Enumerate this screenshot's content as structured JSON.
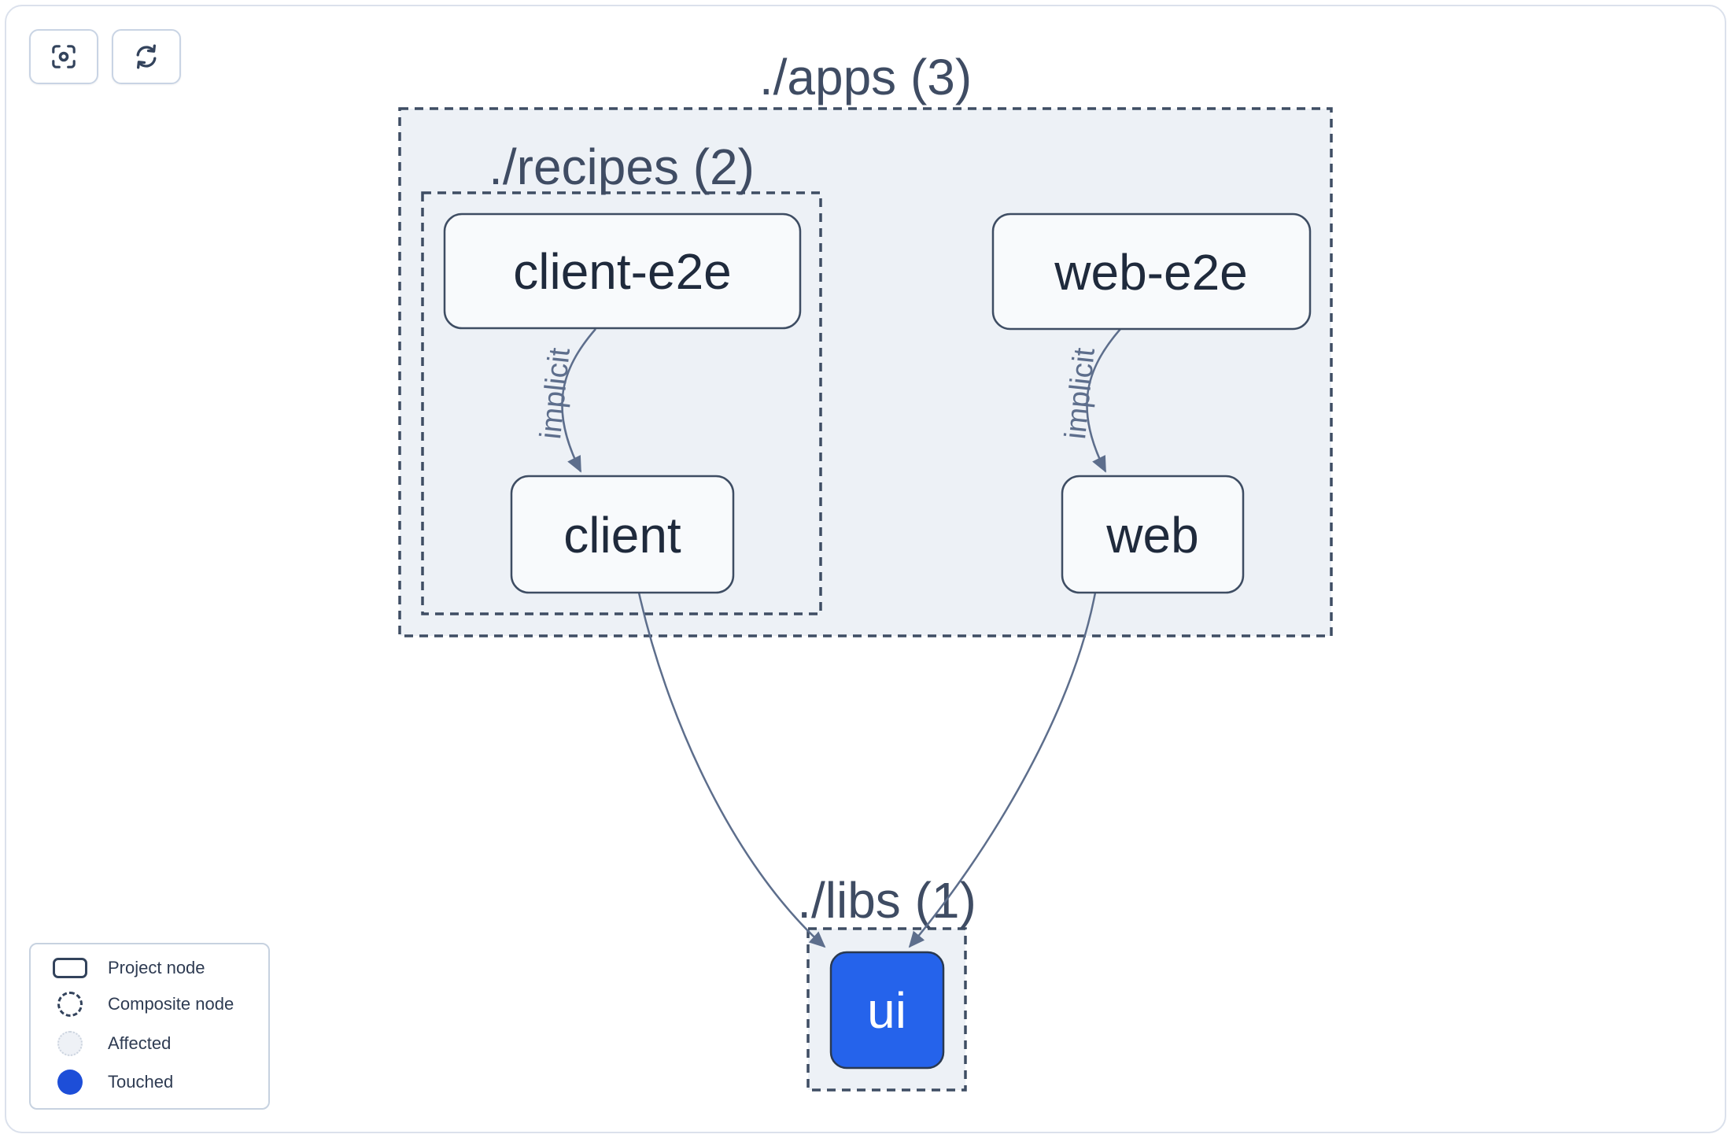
{
  "toolbar": {
    "buttons": [
      {
        "icon": "focus-viewfinder-icon",
        "aria": "Center graph"
      },
      {
        "icon": "refresh-icon",
        "aria": "Refresh graph"
      }
    ]
  },
  "graph": {
    "containers": [
      {
        "id": "apps",
        "label": "./apps (3)"
      },
      {
        "id": "recipes",
        "label": "./recipes (2)"
      },
      {
        "id": "libs",
        "label": "./libs (1)"
      }
    ],
    "nodes": [
      {
        "id": "client-e2e",
        "label": "client-e2e",
        "parent": "recipes",
        "state": "default"
      },
      {
        "id": "client",
        "label": "client",
        "parent": "recipes",
        "state": "default"
      },
      {
        "id": "web-e2e",
        "label": "web-e2e",
        "parent": "apps",
        "state": "default"
      },
      {
        "id": "web",
        "label": "web",
        "parent": "apps",
        "state": "default"
      },
      {
        "id": "ui",
        "label": "ui",
        "parent": "libs",
        "state": "touched"
      }
    ],
    "edges": [
      {
        "source": "client-e2e",
        "target": "client",
        "label": "implicit"
      },
      {
        "source": "web-e2e",
        "target": "web",
        "label": "implicit"
      },
      {
        "source": "client",
        "target": "ui",
        "label": ""
      },
      {
        "source": "web",
        "target": "ui",
        "label": ""
      }
    ]
  },
  "legend": {
    "items": [
      {
        "label": "Project node",
        "swatch": "project-node-outline"
      },
      {
        "label": "Composite node",
        "swatch": "dashed-circle"
      },
      {
        "label": "Affected",
        "swatch": "affected-circle"
      },
      {
        "label": "Touched",
        "swatch": "touched-circle"
      }
    ]
  },
  "colors": {
    "touched_blue": "#2563eb",
    "legend_touched_blue": "#1d4ed8",
    "slate_border": "#3e4d63",
    "edge": "#5d6e8c",
    "container_fill": "#edf1f6",
    "node_fill": "#f8fafc"
  }
}
